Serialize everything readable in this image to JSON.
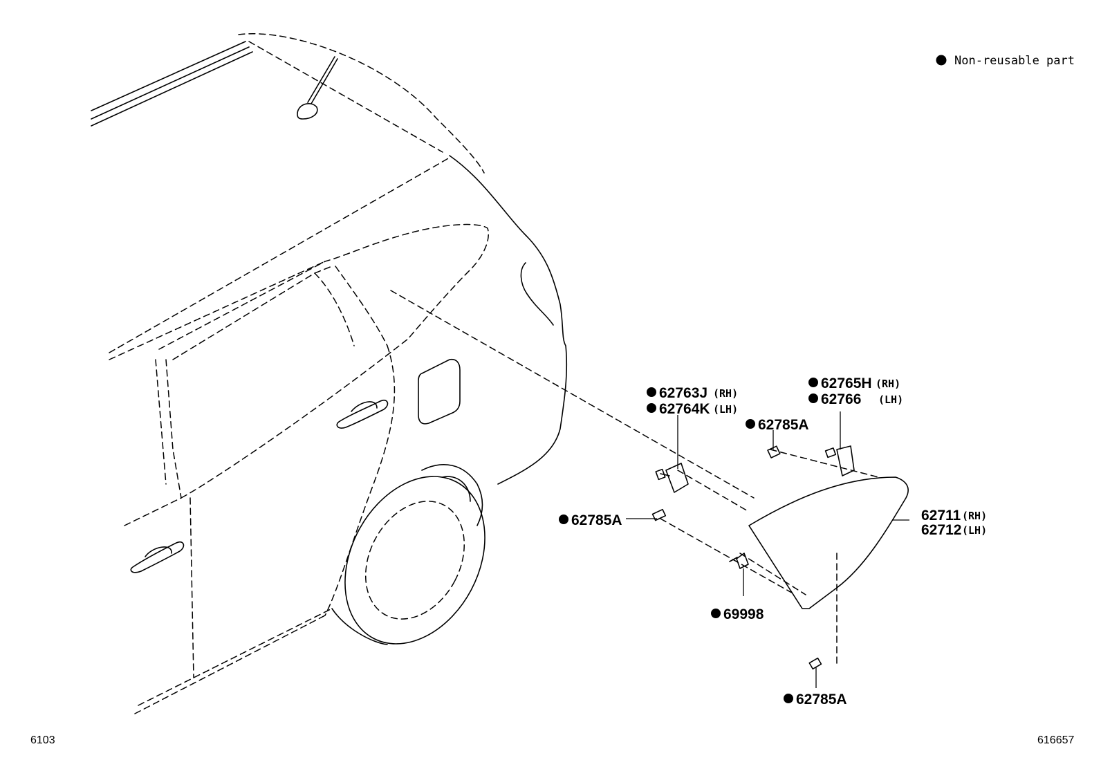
{
  "legend": {
    "text": "Non-reusable part"
  },
  "parts": {
    "p1": {
      "no": "62763J",
      "side": "(RH)"
    },
    "p2": {
      "no": "62764K",
      "side": "(LH)"
    },
    "p3": {
      "no": "62765H",
      "side": "(RH)"
    },
    "p4": {
      "no": "62766",
      "side": "(LH)"
    },
    "p5": {
      "no": "62785A"
    },
    "p6": {
      "no": "62785A"
    },
    "p7": {
      "no": "69998"
    },
    "p8": {
      "no": "62785A"
    },
    "p9": {
      "no": "62711",
      "side": "(RH)"
    },
    "p10": {
      "no": "62712",
      "side": "(LH)"
    }
  },
  "footer": {
    "left": "6103",
    "right": "616657"
  }
}
